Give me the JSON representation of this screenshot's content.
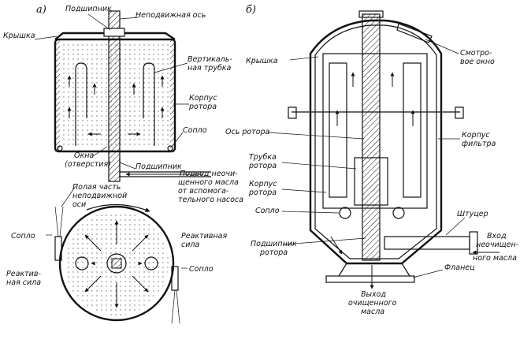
{
  "panel_a": {
    "tag": "а)",
    "podshipnik_top": "Подшипник",
    "os": "Неподвижная ось",
    "kryshka": "Крышка",
    "trubka1": "Вертикаль-",
    "trubka2": "ная трубка",
    "korpus1": "Корпус",
    "korpus2": "ротора",
    "soplo": "Сопло",
    "okna1": "Окна",
    "okna2": "(отверстия)",
    "podshipnik_bot": "Подшипник",
    "podvod1": "Подвод неочи-",
    "podvod2": "щенного масла",
    "podvod3": "от вспомога-",
    "podvod4": "тельного насоса",
    "polaya1": "Полая часть",
    "polaya2": "неподвижной",
    "polaya3": "оси",
    "soplo_left": "Сопло",
    "reakt_left1": "Реактив-",
    "reakt_left2": "ная сила",
    "reakt_right1": "Реактивная",
    "reakt_right2": "сила",
    "soplo_right": "Сопло"
  },
  "panel_b": {
    "tag": "б)",
    "kryshka": "Крышка",
    "smotr1": "Смотро-",
    "smotr2": "вое окно",
    "os_rotora": "Ось ротора",
    "korpus_f1": "Корпус",
    "korpus_f2": "фильтра",
    "trubka1": "Трубка",
    "trubka2": "ротора",
    "korpus_r1": "Корпус",
    "korpus_r2": "ротора",
    "soplo": "Сопло",
    "shtucer": "Штуцер",
    "vhod1": "Вход",
    "vhod2": "неочищен-",
    "vhod3": "ного масла",
    "podsh1": "Подшипник",
    "podsh2": "ротора",
    "flanec": "Фланец",
    "vyhod1": "Выход",
    "vyhod2": "очищенного",
    "vyhod3": "масла"
  }
}
